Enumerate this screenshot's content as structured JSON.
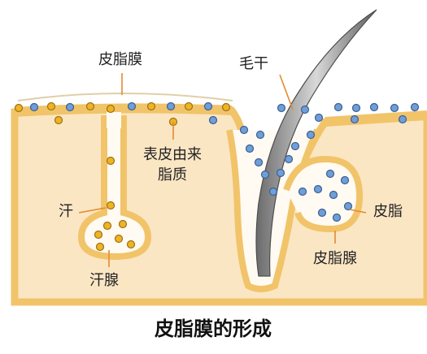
{
  "labels": {
    "sebum_film": "皮脂膜",
    "hair_shaft": "毛干",
    "epidermal_lipid_line1": "表皮由来",
    "epidermal_lipid_line2": "脂质",
    "sweat": "汗",
    "sebum": "皮脂",
    "sweat_gland": "汗腺",
    "sebaceous_gland": "皮脂腺"
  },
  "caption": "皮脂膜的形成",
  "colors": {
    "skin": "#fbe6c4",
    "skin_edge": "#f1c46a",
    "hair": "#9a9a9a",
    "leader": "#e58a2e",
    "orange_dot": "#f0b323",
    "blue_dot": "#6f9ed8"
  }
}
